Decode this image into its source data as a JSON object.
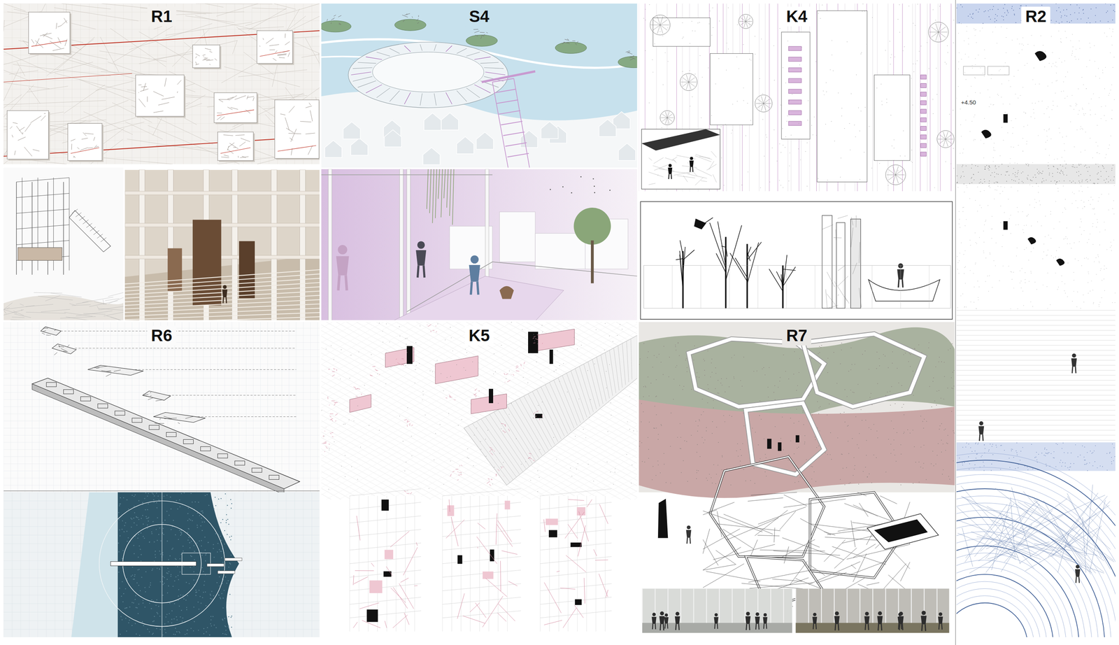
{
  "diagram": {
    "nodes": [
      {
        "text": [
          "R1"
        ]
      },
      {
        "text": [
          "S4"
        ]
      },
      {
        "text": [
          "K4"
        ]
      },
      {
        "text": [
          "R2"
        ]
      },
      {
        "text": [
          "R6"
        ]
      },
      {
        "text": [
          "K5"
        ]
      },
      {
        "text": [
          "R7"
        ]
      }
    ],
    "labels": [
      "+4.50"
    ]
  }
}
